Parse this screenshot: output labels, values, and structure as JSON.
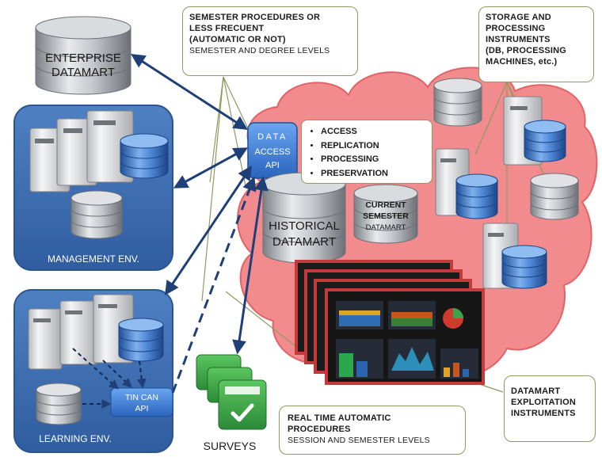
{
  "labels": {
    "enterprise_datamart_line1": "ENTERPRISE",
    "enterprise_datamart_line2": "DATAMART",
    "management_env": "MANAGEMENT ENV.",
    "learning_env": "LEARNING ENV.",
    "data_access_api_line1": "DATA",
    "data_access_api_line2": "ACCESS",
    "data_access_api_line3": "API",
    "historical_datamart_line1": "HISTORICAL",
    "historical_datamart_line2": "DATAMART",
    "current_semester_datamart_line1": "CURRENT",
    "current_semester_datamart_line2": "SEMESTER",
    "current_semester_datamart_line3": "DATAMART",
    "tin_can_api_line1": "TIN CAN",
    "tin_can_api_line2": "API",
    "surveys": "SURVEYS"
  },
  "api_functions": [
    "ACCESS",
    "REPLICATION",
    "PROCESSING",
    "PRESERVATION"
  ],
  "callouts": {
    "semester": {
      "title_lines": [
        "SEMESTER PROCEDURES OR",
        "LESS FRECUENT",
        "(AUTOMATIC OR NOT)"
      ],
      "subtitle": "SEMESTER AND DEGREE LEVELS"
    },
    "storage": {
      "title_lines": [
        "STORAGE AND",
        "PROCESSING",
        "INSTRUMENTS",
        "(DB, PROCESSING",
        "MACHINES, etc.)"
      ]
    },
    "realtime": {
      "title_lines": [
        "REAL TIME AUTOMATIC",
        "PROCEDURES"
      ],
      "subtitle": "SESSION AND SEMESTER LEVELS"
    },
    "exploitation": {
      "title_lines": [
        "DATAMART",
        "EXPLOITATION",
        "INSTRUMENTS"
      ]
    }
  },
  "colors": {
    "cloud_fill": "#f28b8d",
    "cloud_stroke": "#e06467",
    "env_panel": "#3b6cb0",
    "api_box": "#3d7fd6",
    "arrow": "#1f3f77",
    "callout_border": "#8f9a62",
    "survey_green": "#3aa447",
    "dashboard_frame": "#c23a3a"
  }
}
